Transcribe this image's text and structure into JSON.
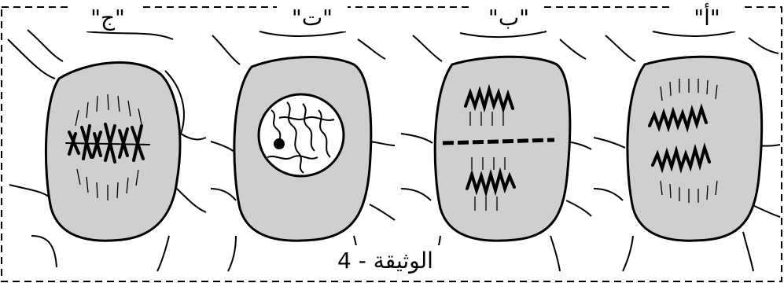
{
  "figure": {
    "caption": "الوثيقة - 4",
    "panels": [
      {
        "label": "\"ج\"",
        "stage": "metaphase"
      },
      {
        "label": "\"ت\"",
        "stage": "prophase"
      },
      {
        "label": "\"ب\"",
        "stage": "telophase"
      },
      {
        "label": "\"أ\"",
        "stage": "anaphase"
      }
    ]
  },
  "colors": {
    "cell_fill": "#cfcfcf",
    "outline": "#000000",
    "background": "#ffffff"
  }
}
